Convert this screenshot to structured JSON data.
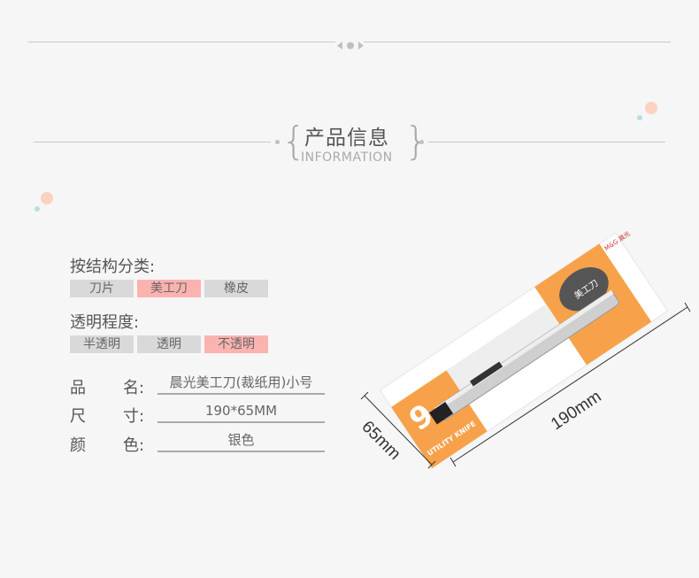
{
  "section": {
    "title": "产品信息",
    "subtitle": "INFORMATION"
  },
  "structure": {
    "label": "按结构分类:",
    "options": [
      {
        "text": "刀片",
        "selected": false
      },
      {
        "text": "美工刀",
        "selected": true
      },
      {
        "text": "橡皮",
        "selected": false
      }
    ]
  },
  "transparency": {
    "label": "透明程度:",
    "options": [
      {
        "text": "半透明",
        "selected": false
      },
      {
        "text": "透明",
        "selected": false
      },
      {
        "text": "不透明",
        "selected": true
      }
    ]
  },
  "info": [
    {
      "k1": "品",
      "k2": "名:",
      "value": "晨光美工刀(裁纸用)小号"
    },
    {
      "k1": "尺",
      "k2": "寸:",
      "value": "190*65MM"
    },
    {
      "k1": "颜",
      "k2": "色:",
      "value": "银色"
    }
  ],
  "product": {
    "width_label": "190mm",
    "height_label": "65mm",
    "pack_text": "UTILITY KNIFE",
    "pack_number": "9",
    "brand": "M&G 晨光",
    "pack_title": "美工刀"
  },
  "colors": {
    "accent": "#fbb3b0",
    "orange": "#f7a24a",
    "teal": "#b9dde0",
    "peach": "#fbd2c2"
  }
}
